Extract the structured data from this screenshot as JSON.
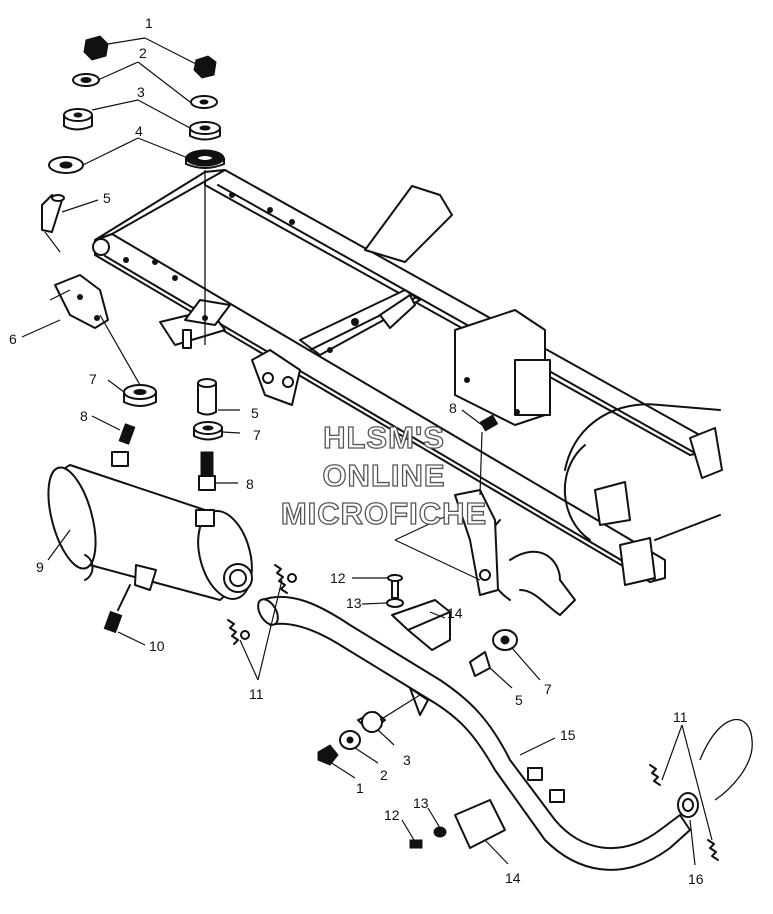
{
  "watermark": {
    "line1": "HLSM'S",
    "line2": "ONLINE",
    "line3": "MICROFICHE"
  },
  "callouts": {
    "c1_top": "1",
    "c2_top": "2",
    "c3_top": "3",
    "c4_top": "4",
    "c5_top": "5",
    "c6": "6",
    "c7_left": "7",
    "c8_left": "8",
    "c5_mid": "5",
    "c7_mid": "7",
    "c8_mid": "8",
    "c8_right": "8",
    "c9": "9",
    "c10": "10",
    "c11_left": "11",
    "c12_top": "12",
    "c13_top": "13",
    "c14_top": "14",
    "c5_low": "5",
    "c7_low": "7",
    "c15": "15",
    "c3_low": "3",
    "c2_low": "2",
    "c1_low": "1",
    "c11_right": "11",
    "c12_low": "12",
    "c13_low": "13",
    "c14_low": "14",
    "c16": "16"
  }
}
